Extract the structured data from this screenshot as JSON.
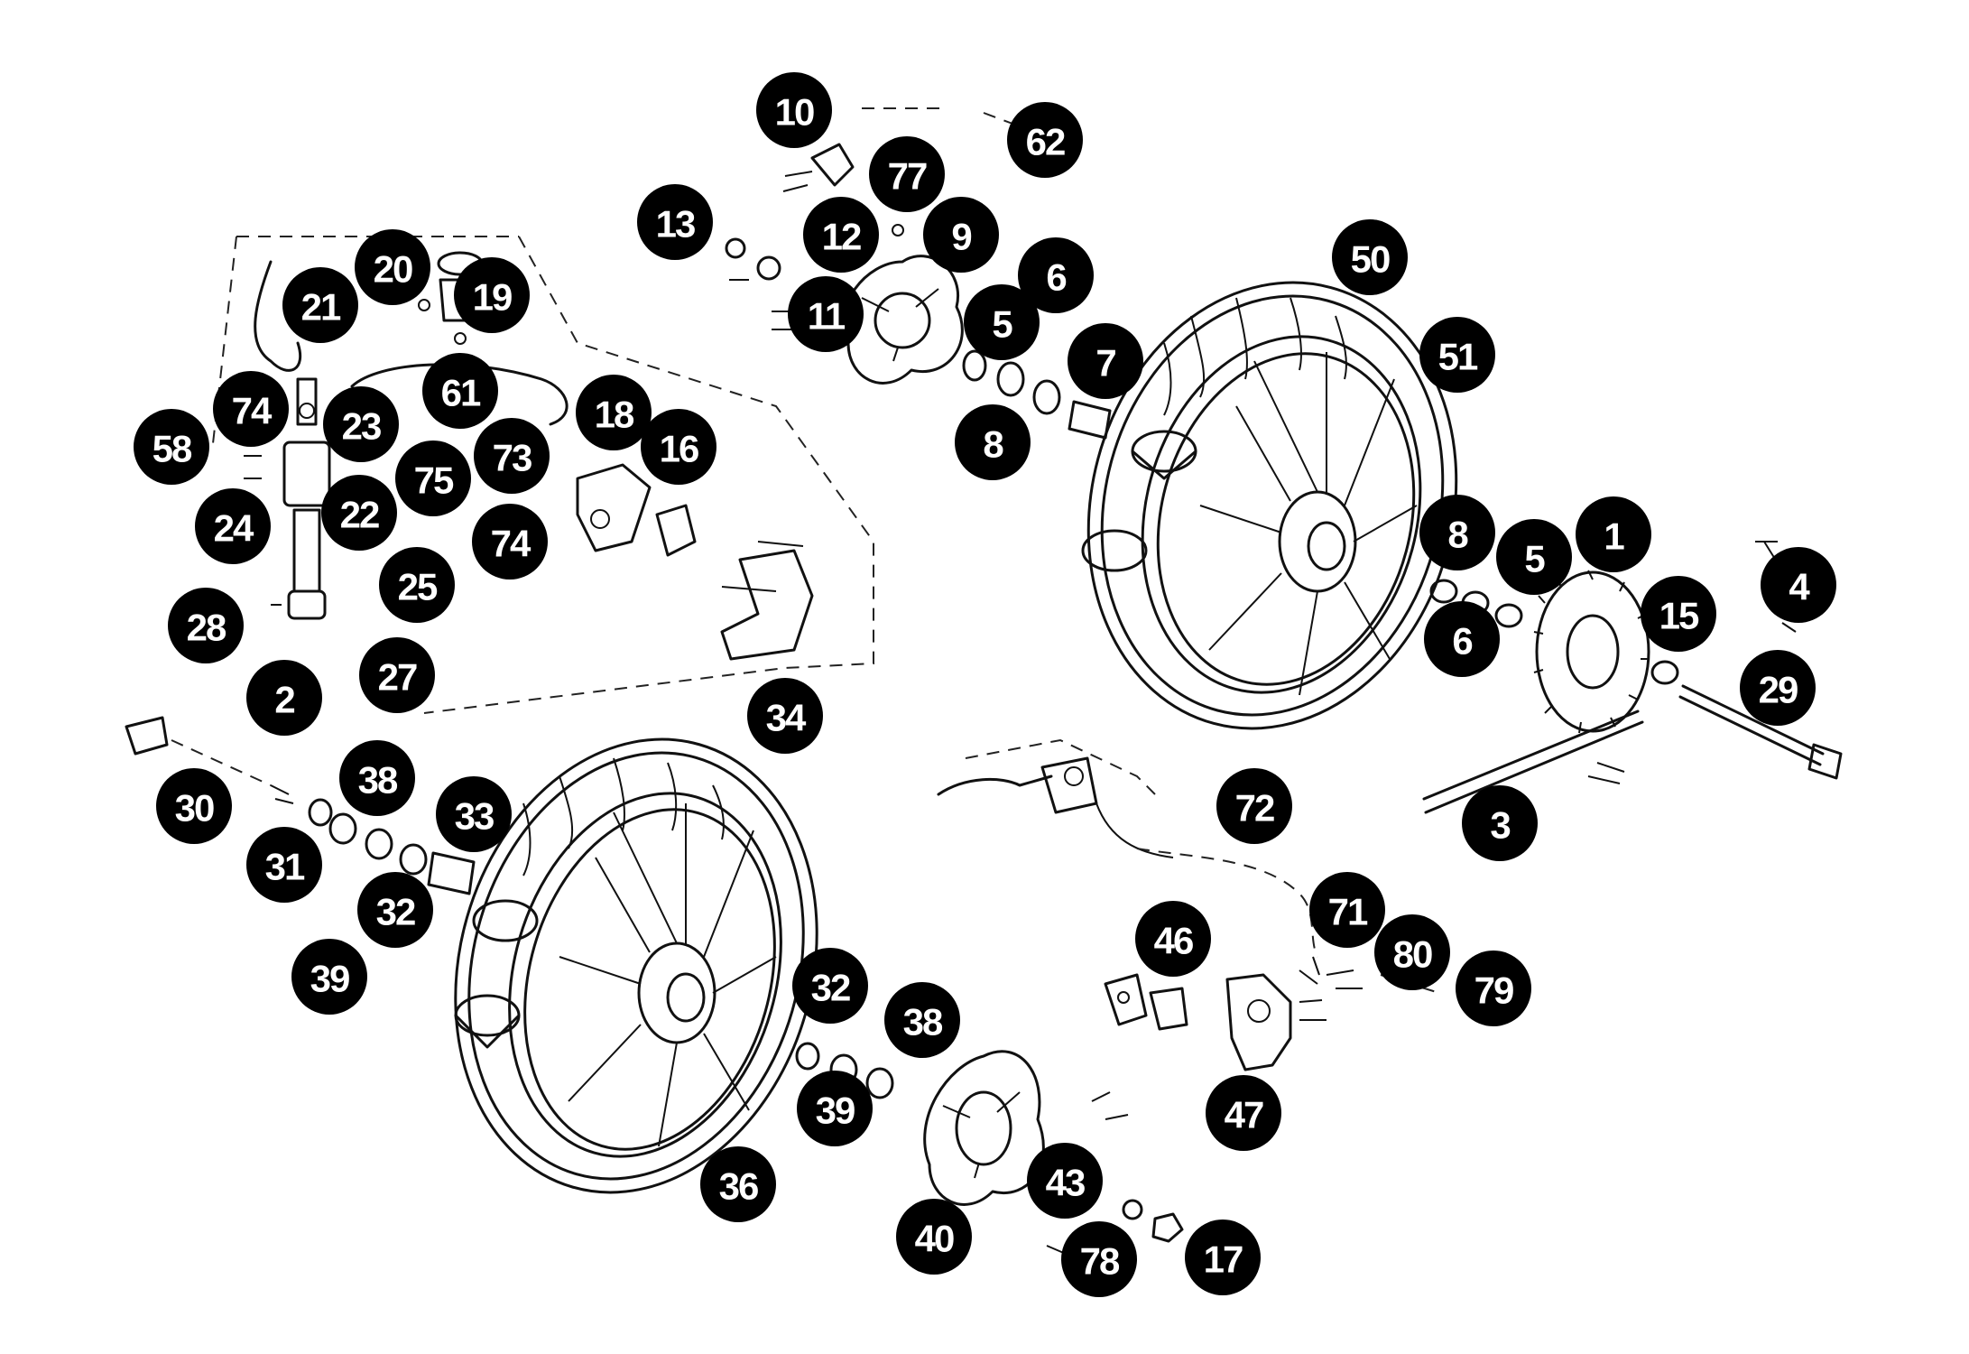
{
  "callouts": [
    "10",
    "62",
    "77",
    "13",
    "12",
    "9",
    "20",
    "19",
    "21",
    "11",
    "6",
    "50",
    "5",
    "7",
    "51",
    "61",
    "74",
    "23",
    "58",
    "73",
    "18",
    "16",
    "8",
    "75",
    "22",
    "24",
    "74",
    "25",
    "8",
    "1",
    "5",
    "4",
    "28",
    "6",
    "15",
    "27",
    "29",
    "2",
    "34",
    "38",
    "30",
    "33",
    "72",
    "31",
    "32",
    "3",
    "39",
    "71",
    "46",
    "80",
    "79",
    "32",
    "38",
    "39",
    "47",
    "43",
    "36",
    "40",
    "78",
    "17"
  ]
}
